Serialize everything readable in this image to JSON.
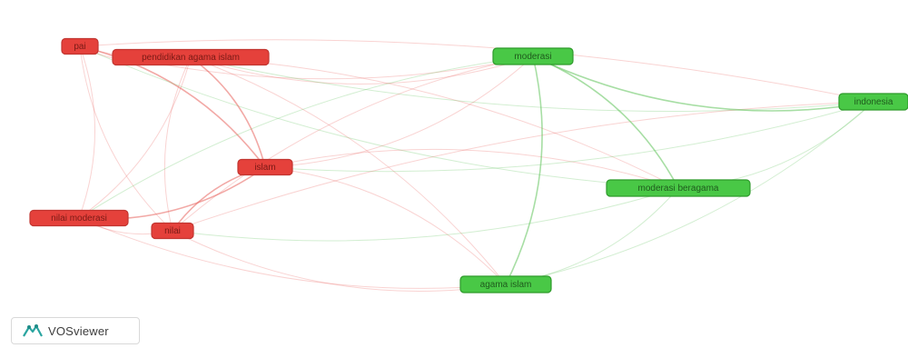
{
  "network": {
    "clusters": [
      {
        "id": 1,
        "color": "#e5413b",
        "stroke": "#c23631",
        "text_color": "#7a1a16",
        "edge_color": "#e8625c"
      },
      {
        "id": 2,
        "color": "#49c846",
        "stroke": "#2e9a2b",
        "text_color": "#1f5b1d",
        "edge_color": "#5fc35a"
      }
    ],
    "nodes": [
      {
        "id": "pai",
        "label": "pai",
        "cluster": 1
      },
      {
        "id": "pendidikan-agama-islam",
        "label": "pendidikan agama islam",
        "cluster": 1
      },
      {
        "id": "islam",
        "label": "islam",
        "cluster": 1
      },
      {
        "id": "nilai-moderasi",
        "label": "nilai moderasi",
        "cluster": 1
      },
      {
        "id": "nilai",
        "label": "nilai",
        "cluster": 1
      },
      {
        "id": "moderasi",
        "label": "moderasi",
        "cluster": 2
      },
      {
        "id": "indonesia",
        "label": "indonesia",
        "cluster": 2
      },
      {
        "id": "moderasi-beragama",
        "label": "moderasi beragama",
        "cluster": 2
      },
      {
        "id": "agama-islam",
        "label": "agama islam",
        "cluster": 2
      }
    ],
    "links": [
      [
        "pai",
        "pendidikan-agama-islam"
      ],
      [
        "pai",
        "islam"
      ],
      [
        "pai",
        "nilai"
      ],
      [
        "pai",
        "nilai-moderasi"
      ],
      [
        "pai",
        "moderasi"
      ],
      [
        "pai",
        "indonesia"
      ],
      [
        "pai",
        "moderasi-beragama"
      ],
      [
        "pendidikan-agama-islam",
        "islam"
      ],
      [
        "pendidikan-agama-islam",
        "nilai"
      ],
      [
        "pendidikan-agama-islam",
        "nilai-moderasi"
      ],
      [
        "pendidikan-agama-islam",
        "moderasi"
      ],
      [
        "pendidikan-agama-islam",
        "moderasi-beragama"
      ],
      [
        "pendidikan-agama-islam",
        "indonesia"
      ],
      [
        "pendidikan-agama-islam",
        "agama-islam"
      ],
      [
        "islam",
        "nilai"
      ],
      [
        "islam",
        "nilai-moderasi"
      ],
      [
        "islam",
        "moderasi"
      ],
      [
        "islam",
        "moderasi-beragama"
      ],
      [
        "islam",
        "indonesia"
      ],
      [
        "islam",
        "agama-islam"
      ],
      [
        "nilai-moderasi",
        "nilai"
      ],
      [
        "nilai-moderasi",
        "moderasi"
      ],
      [
        "nilai-moderasi",
        "agama-islam"
      ],
      [
        "nilai",
        "moderasi"
      ],
      [
        "nilai",
        "moderasi-beragama"
      ],
      [
        "nilai",
        "indonesia"
      ],
      [
        "nilai",
        "agama-islam"
      ],
      [
        "moderasi",
        "moderasi-beragama"
      ],
      [
        "moderasi",
        "indonesia"
      ],
      [
        "moderasi",
        "agama-islam"
      ],
      [
        "moderasi-beragama",
        "indonesia"
      ],
      [
        "moderasi-beragama",
        "agama-islam"
      ],
      [
        "agama-islam",
        "indonesia"
      ]
    ]
  },
  "branding": {
    "logo_text": "VOSviewer"
  }
}
